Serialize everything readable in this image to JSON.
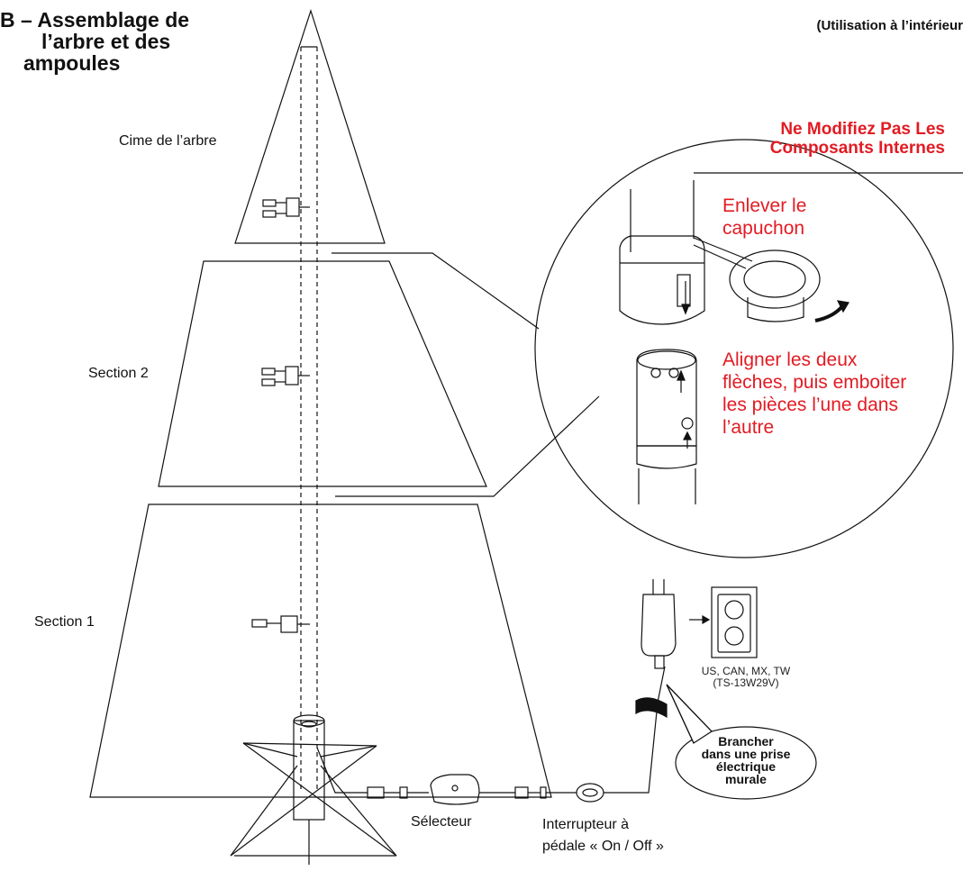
{
  "title": {
    "line1": "B – Assemblage de",
    "line2": "l’arbre et des",
    "line3": "ampoules"
  },
  "indoor_note": "(Utilisation à l’intérieur",
  "warning": {
    "line1": "Ne Modifiez Pas Les",
    "line2": "Composants Internes"
  },
  "labels": {
    "tree_top": "Cime de l’arbre",
    "section_2": "Section 2",
    "section_1": "Section 1",
    "selector": "Sélecteur",
    "switch_line1": "Interrupteur à",
    "switch_line2": "pédale « On / Off »"
  },
  "detail": {
    "remove_cap_line1": "Enlever le",
    "remove_cap_line2": "capuchon",
    "align_line1": "Aligner les deux",
    "align_line2": "flèches, puis emboiter",
    "align_line3": "les pièces l’une dans",
    "align_line4": "l’autre"
  },
  "adapter": {
    "regions": "US, CAN, MX, TW",
    "model": "(TS-13W29V)"
  },
  "plug_note": {
    "line1": "Brancher",
    "line2": "dans une prise",
    "line3": "électrique",
    "line4": "murale"
  },
  "colors": {
    "warning": "#e21b23",
    "line": "#111111"
  }
}
